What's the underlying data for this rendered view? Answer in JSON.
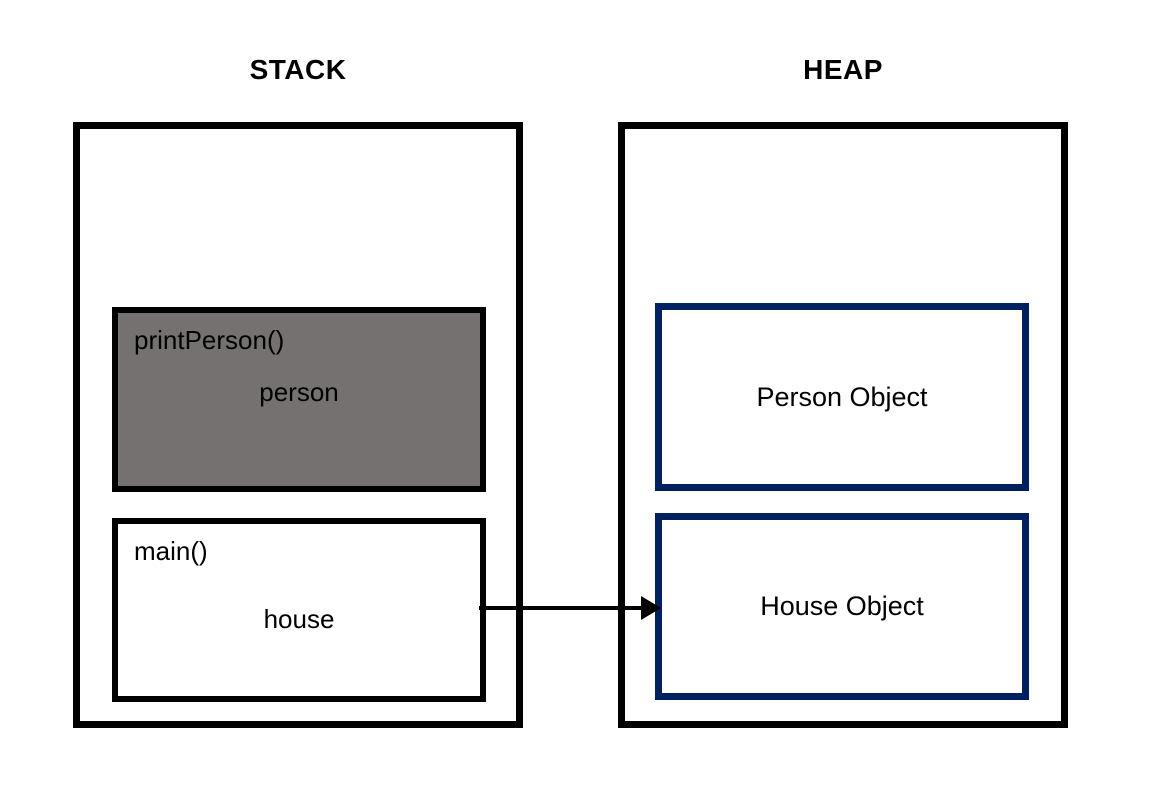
{
  "stack": {
    "title": "STACK",
    "frames": [
      {
        "function": "printPerson()",
        "variable": "person",
        "highlighted": true
      },
      {
        "function": "main()",
        "variable": "house",
        "highlighted": false
      }
    ]
  },
  "heap": {
    "title": "HEAP",
    "objects": [
      {
        "label": "Person Object"
      },
      {
        "label": "House Object"
      }
    ]
  },
  "arrow": {
    "from": "main() house",
    "to": "House Object",
    "direction": "right"
  },
  "colors": {
    "background": "#ffffff",
    "outline": "#000000",
    "highlighted_frame_fill": "#767171",
    "heap_object_border": "#002060",
    "arrow": "#000000",
    "text": "#000000"
  }
}
